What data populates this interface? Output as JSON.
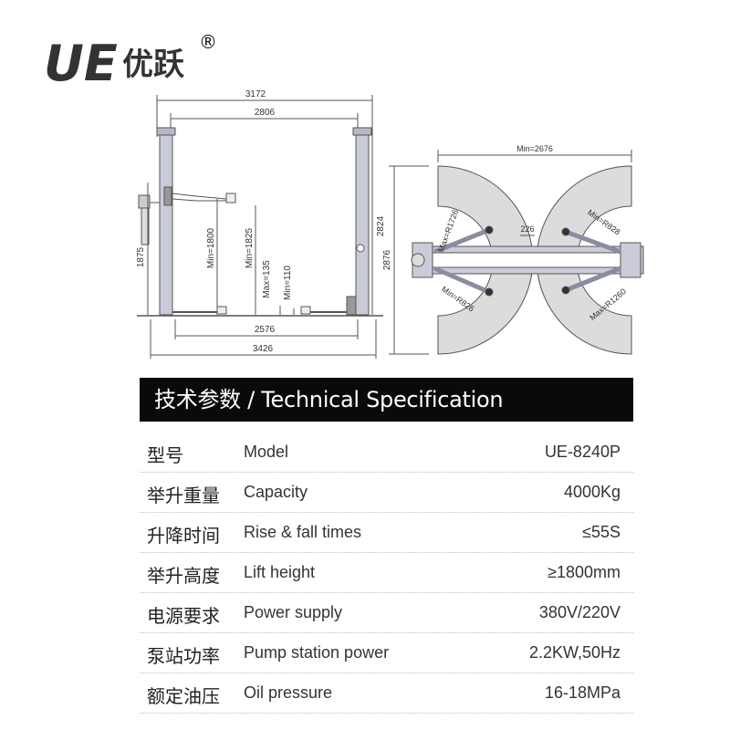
{
  "brand": {
    "logo_letters": "UE",
    "logo_cn": "优跃",
    "registered_mark": "®"
  },
  "front_view": {
    "dims": {
      "overall_top": "3172",
      "inner_top": "2806",
      "height_right": "2824",
      "height_left": "1875",
      "min_lift": "Min=1800",
      "min_lift2": "Min=1825",
      "max_135": "Max=135",
      "min_110": "Min=110",
      "inner_bottom": "2576",
      "overall_bottom": "3426"
    }
  },
  "top_view": {
    "dims": {
      "min_width": "Min=2676",
      "gap": "226",
      "depth": "2876",
      "arm_max_left": "Max=R1726",
      "arm_min_left": "Min=R826",
      "arm_min_right": "Min=R828",
      "arm_max_right": "Max=R1260"
    }
  },
  "spec": {
    "title": "技术参数 / Technical Specification",
    "rows": [
      {
        "cn": "型号",
        "en": "Model",
        "value": "UE-8240P"
      },
      {
        "cn": "举升重量",
        "en": "Capacity",
        "value": "4000Kg"
      },
      {
        "cn": "升降时间",
        "en": "Rise & fall times",
        "value": "≤55S"
      },
      {
        "cn": "举升高度",
        "en": "Lift height",
        "value": "≥1800mm"
      },
      {
        "cn": "电源要求",
        "en": "Power supply",
        "value": "380V/220V"
      },
      {
        "cn": "泵站功率",
        "en": "Pump station power",
        "value": "2.2KW,50Hz"
      },
      {
        "cn": "额定油压",
        "en": "Oil pressure",
        "value": "16-18MPa"
      }
    ]
  }
}
